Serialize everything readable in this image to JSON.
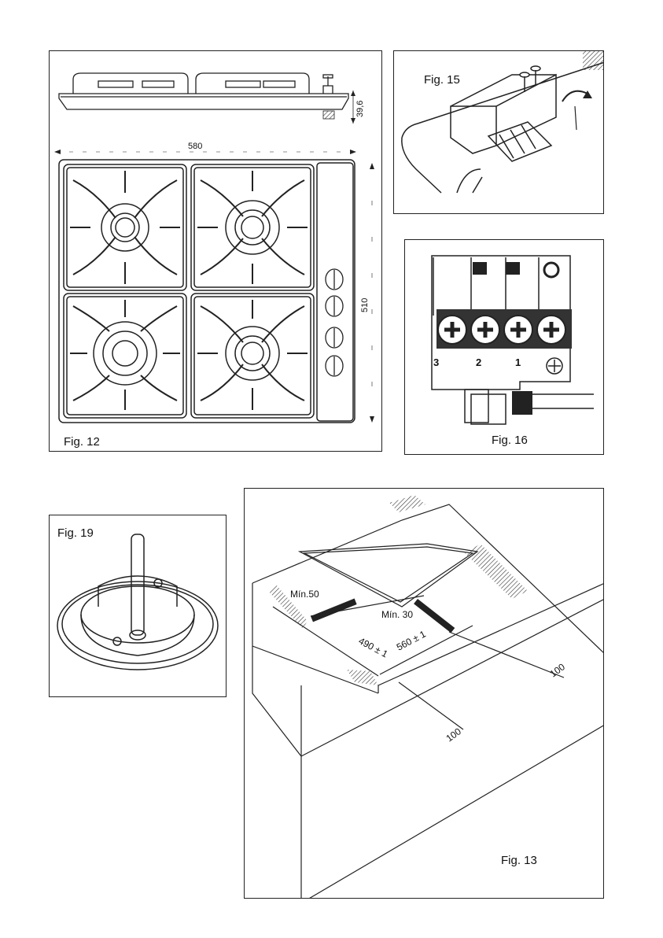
{
  "fig12": {
    "label": "Fig. 12",
    "dim_height": "39,6",
    "dim_width": "580",
    "dim_depth": "510"
  },
  "fig15": {
    "label": "Fig. 15"
  },
  "fig16": {
    "label": "Fig. 16",
    "terminals": [
      "3",
      "2",
      "1"
    ]
  },
  "fig19": {
    "label": "Fig. 19"
  },
  "fig13": {
    "label": "Fig. 13",
    "min_front": "Mín.50",
    "min_back": "Mín. 30",
    "cut_depth": "490 ± 1",
    "cut_width": "560 ± 1",
    "clear_front": "100",
    "clear_side": "100"
  }
}
